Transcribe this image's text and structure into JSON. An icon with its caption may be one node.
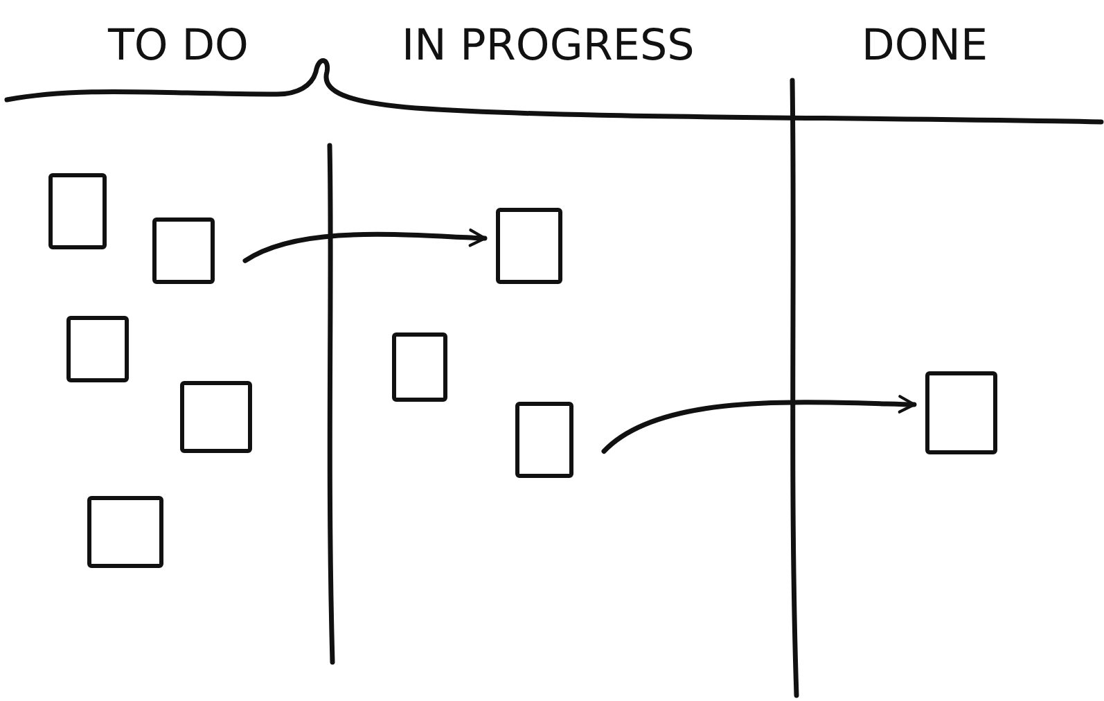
{
  "diagram": {
    "nodes": [
      {
        "text": [],
        "shape": "box"
      },
      {
        "text": [],
        "shape": "box"
      },
      {
        "text": [],
        "shape": "box"
      },
      {
        "text": [],
        "shape": "box"
      },
      {
        "text": [],
        "shape": "box"
      },
      {
        "text": [],
        "shape": "box"
      },
      {
        "text": [],
        "shape": "box"
      },
      {
        "text": [],
        "shape": "box"
      },
      {
        "text": [],
        "shape": "box"
      }
    ],
    "edges": [
      {
        "from": 1,
        "to": 5,
        "arrow": "to"
      },
      {
        "from": 7,
        "to": 8,
        "arrow": "to"
      }
    ],
    "labels": [
      "TO DO",
      "IN PROGRESS",
      "DONE"
    ]
  }
}
